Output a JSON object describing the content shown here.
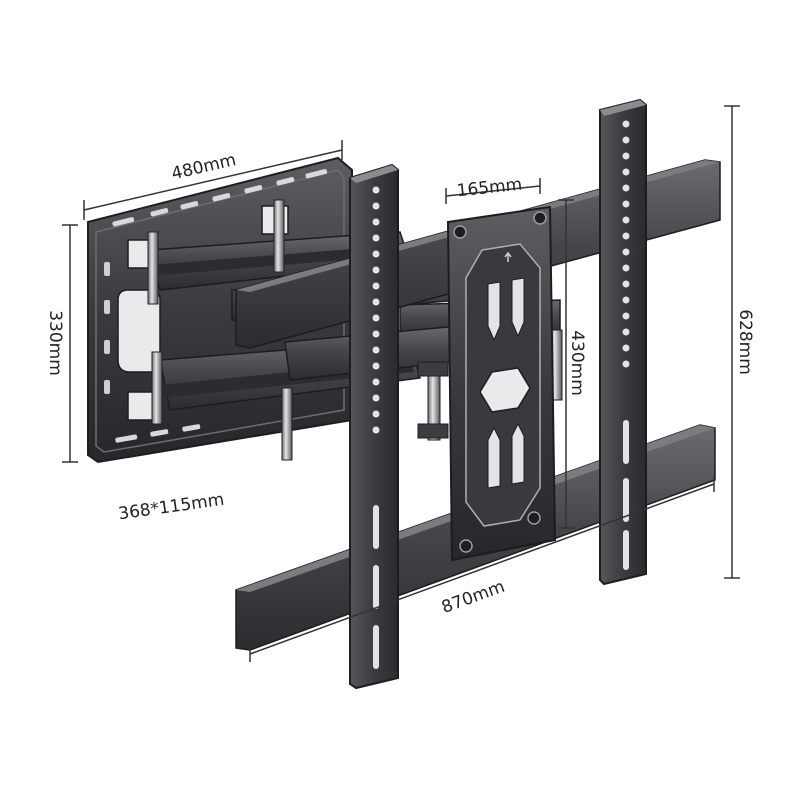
{
  "dimensions": {
    "wall_plate_width": "480mm",
    "wall_plate_height": "330mm",
    "arm_size": "368*115mm",
    "tv_plate_width": "165mm",
    "tv_plate_height": "430mm",
    "rail_width": "870mm",
    "rail_height": "628mm"
  },
  "colors": {
    "metal_dark": "#2e2f31",
    "metal_mid": "#4a4b4e",
    "metal_light": "#6e7074",
    "highlight": "#9a9ca0",
    "line": "#333333"
  }
}
